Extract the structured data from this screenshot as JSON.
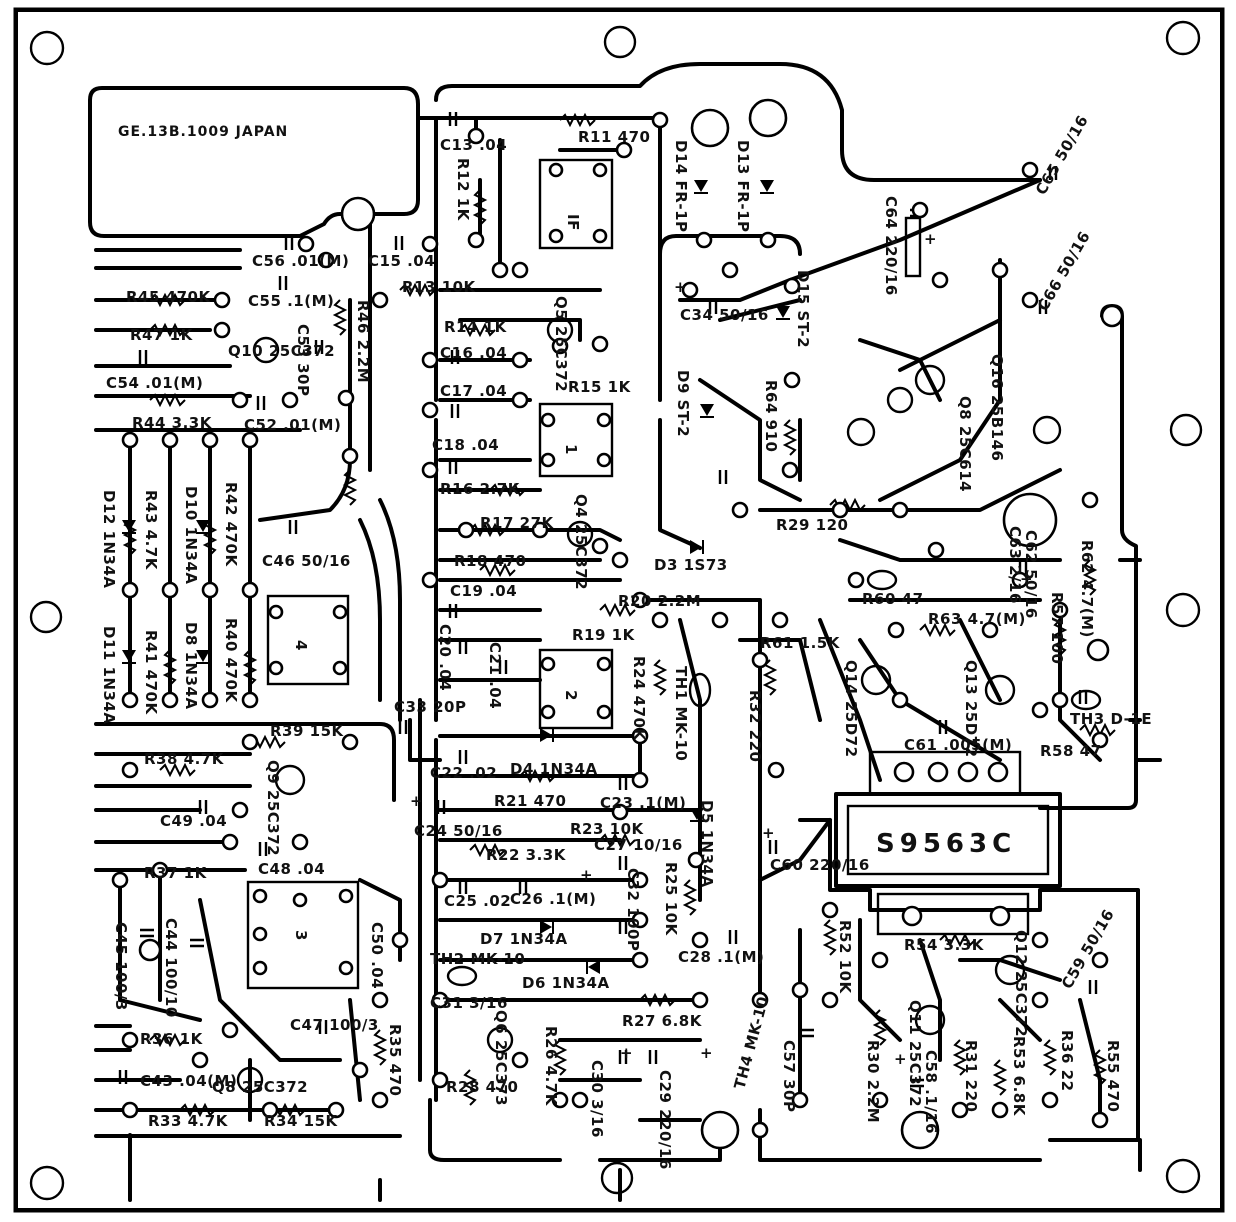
{
  "board": {
    "header": "GE.13B.1009 JAPAN",
    "ic_label": "S9563C"
  },
  "component_labels": [
    "C13 .04",
    "R11 470",
    "D14 FR-1P",
    "D13 FR-1P",
    "C64 220/16",
    "C65 50/16",
    "R12 1K",
    "C15 .04",
    "R13 10K",
    "C56 .01(M)",
    "R45 470K",
    "C55 .1(M)",
    "R47 1K",
    "R46 2.2M",
    "Q10 25C372",
    "C54 .01(M)",
    "C53 30P",
    "C52 .01(M)",
    "R44 3.3K",
    "R14 1K",
    "C16 .04",
    "C17 .04",
    "Q5 25C372",
    "D15 ST-2",
    "R15 1K",
    "C18 .04",
    "R16 2.7K",
    "R17 27K",
    "Q4 25C372",
    "R18 470",
    "C34 50/16",
    "C66 50/16",
    "D9 ST-2",
    "R64 910",
    "Q16 25B146",
    "Q8 25C614",
    "D12 1N34A",
    "R43 4.7K",
    "D10 1N34A",
    "R42 470K",
    "C46 50/16",
    "R40 470K",
    "D11 1N34A",
    "R41 470K",
    "D8 1N34A",
    "R39 15K",
    "R38 4.7K",
    "Q9 25C372",
    "C49 .04",
    "C48 .04",
    "R37 1K",
    "C45 100/3",
    "C44 100/10",
    "C50 .04",
    "R36 1K",
    "C43 .04(M)",
    "C47 100/3",
    "Q8 25C372",
    "R33 4.7K",
    "R34 15K",
    "R35 470",
    "D3 1S73",
    "C19 .04",
    "C20 .04",
    "C21 .04",
    "R19 1K",
    "R20 2.2M",
    "R24 470K",
    "TH1 MK-10",
    "C33 20P",
    "C22 .02",
    "D4 1N34A",
    "R21 470",
    "C23 .1(M)",
    "C24 50/16",
    "R23 10K",
    "R22 3.3K",
    "C27 10/16",
    "C25 .02",
    "C26 .1(M)",
    "R25 10K",
    "D5 1N34A",
    "C32 100P",
    "D7 1N34A",
    "C28 .1(M)",
    "D6 1N34A",
    "TH2 MK-10",
    "C31 3/16",
    "Q6 25C373",
    "R27 6.8K",
    "R26 4.7K",
    "R28 470",
    "C30 3/16",
    "C29 220/16",
    "R29 120",
    "C63 2/16",
    "R60 47",
    "R61 1.5K",
    "R63 4.7(M)",
    "R62 4.7(M)",
    "C62 50/16",
    "R57 100",
    "Q14 25D72",
    "Q13 25D72",
    "R32 220",
    "C61 .005(M)",
    "TH3 D-1E",
    "R58 47",
    "C60 220/16",
    "R52 10K",
    "R54 3.3K",
    "Q12 25C372",
    "C59 50/16",
    "Q11 25C372",
    "R31 220",
    "R30 2.2M",
    "C58 .1/16",
    "C57 30P",
    "R53 6.8K",
    "R36 22",
    "R55 470",
    "TH4 MK-10"
  ]
}
